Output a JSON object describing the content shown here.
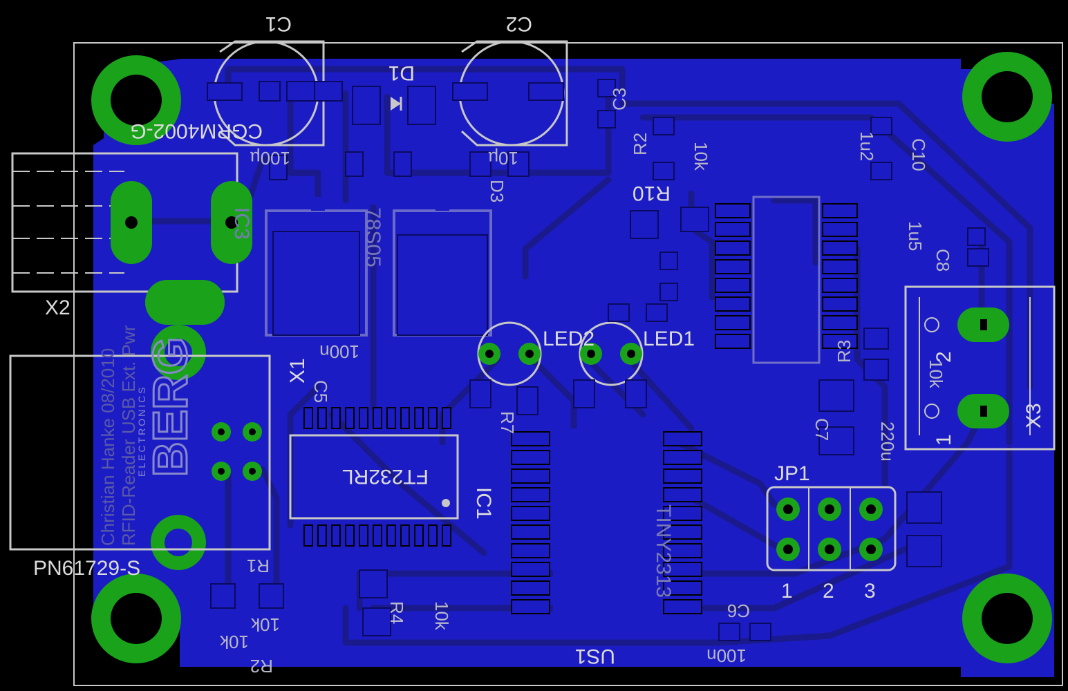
{
  "board": {
    "title_text": "BERG",
    "title_sub": "ELECTRONICS",
    "credit_lines": [
      "Christian Hanke 08/2010",
      "RFID-Reader USB Ext. Pwr"
    ]
  },
  "labels": {
    "C1": "C1",
    "C2": "C2",
    "D1": "D1",
    "D1_part": "CGRM4002-G",
    "C1_val": "100µ",
    "C2_val": "10µ",
    "D3": "D3",
    "C3": "C3",
    "R2x": "R2",
    "R10": "R10",
    "R_10k": "10k",
    "C10": "C10",
    "C8": "C8",
    "v1u2": "1u2",
    "v1u5": "1u5",
    "X2": "X2",
    "IC3": "IC3",
    "IC3_part": "78S05",
    "X1": "X1",
    "C5": "C5",
    "C5_val": "100n",
    "LED1": "LED1",
    "LED2": "LED2",
    "R3": "R3",
    "R3_val": "10k",
    "C7": "C7",
    "C7_val": "220u",
    "X3": "X3",
    "X3_1": "1",
    "X3_2": "2",
    "JP1": "JP1",
    "JP1_1": "1",
    "JP1_2": "2",
    "JP1_3": "3",
    "IC1": "IC1",
    "IC1_part": "FT232RL",
    "US1": "US1",
    "US1_part": "TINY2313",
    "R1": "R1",
    "R1_val": "10k",
    "R2": "R2",
    "R2_val": "10k",
    "R4": "R4",
    "R4_val": "10k",
    "R7": "R7",
    "C6": "C6",
    "C6_val": "100n",
    "PN": "PN61729-S"
  },
  "colors": {
    "background": "#000000",
    "copper": "#1c1cc4",
    "trace": "#1a1a8c",
    "pad_green": "#1aa31a",
    "silkscreen": "#c8c8c8"
  }
}
